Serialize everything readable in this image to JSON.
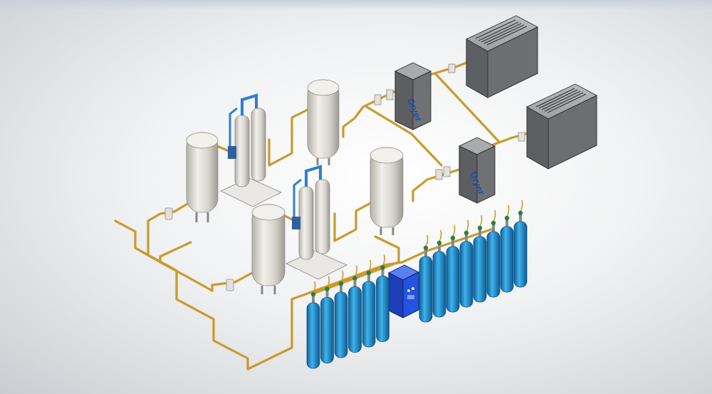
{
  "diagram": {
    "equipment": {
      "compressors": 2,
      "dryers": 2,
      "receiver_tanks": 4,
      "generator_skids": 2,
      "filling_cylinders": 14,
      "control_cabinet": 1
    },
    "labels": {
      "dryer_1": "Dryer",
      "dryer_2": "Dryer"
    },
    "colors": {
      "pipe": "#c99a2e",
      "cylinder": "#1f8fd0",
      "tank": "#d9d6cf",
      "compressor": "#6a6b6e",
      "cabinet": "#1e4ed0",
      "valve_handle": "#2b7f3f",
      "background": "#eceef0"
    }
  }
}
